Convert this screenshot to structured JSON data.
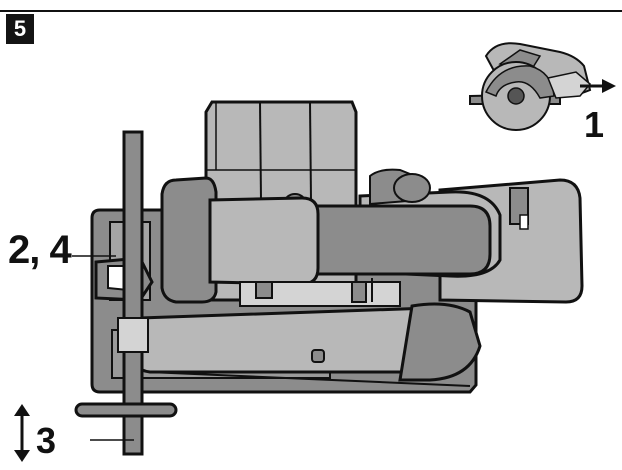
{
  "figure": {
    "number": "5"
  },
  "callouts": {
    "one": "1",
    "two_four": "2, 4",
    "three": "3"
  },
  "icons": {
    "saw_thumbnail": "circular-saw-side-view-icon",
    "direction_arrow": "arrow-right-icon",
    "updown_arrow": "arrow-up-down-icon"
  },
  "colors": {
    "fill": "#b8b8b8",
    "fill_dark": "#8c8c8c",
    "outline": "#111111",
    "fill_light": "#d4d4d4"
  }
}
